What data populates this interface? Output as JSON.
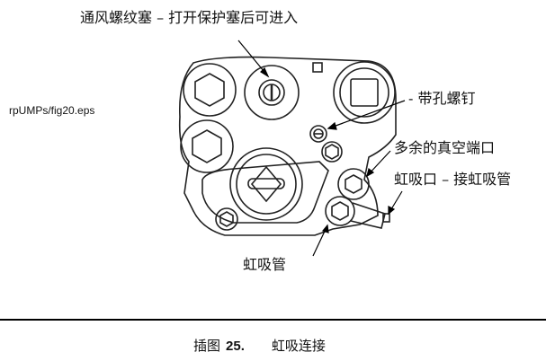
{
  "figure": {
    "file_ref": "rpUMPs/fig20.eps",
    "labels": {
      "vent_plug": "通风螺纹塞 – 打开保护塞后可进入",
      "screw": "- 带孔螺钉",
      "extra_vacuum_port": "多余的真空端口",
      "siphon_port": "虹吸口 – 接虹吸管",
      "siphon_tube": "虹吸管"
    }
  },
  "caption": {
    "prefix": "插图",
    "number": "25.",
    "title": "虹吸连接"
  }
}
